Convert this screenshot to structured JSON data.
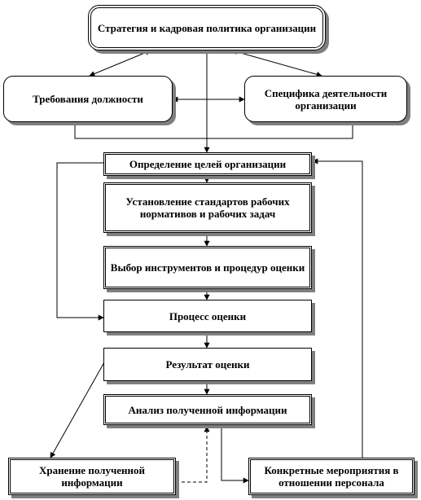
{
  "nodes": {
    "strategy": "Стратегия и кадровая политика организации",
    "requirements": "Требования должности",
    "specifics": "Специфика деятельности организации",
    "goals": "Определение целей организации",
    "standards": "Установление стандартов рабочих нормативов и рабочих задач",
    "tools": "Выбор инструментов и процедур оценки",
    "process": "Процесс оценки",
    "result": "Результат оценки",
    "analysis": "Анализ полученной информации",
    "storage": "Хранение полученной информации",
    "measures": "Конкретные мероприятия в отношении персонала"
  }
}
